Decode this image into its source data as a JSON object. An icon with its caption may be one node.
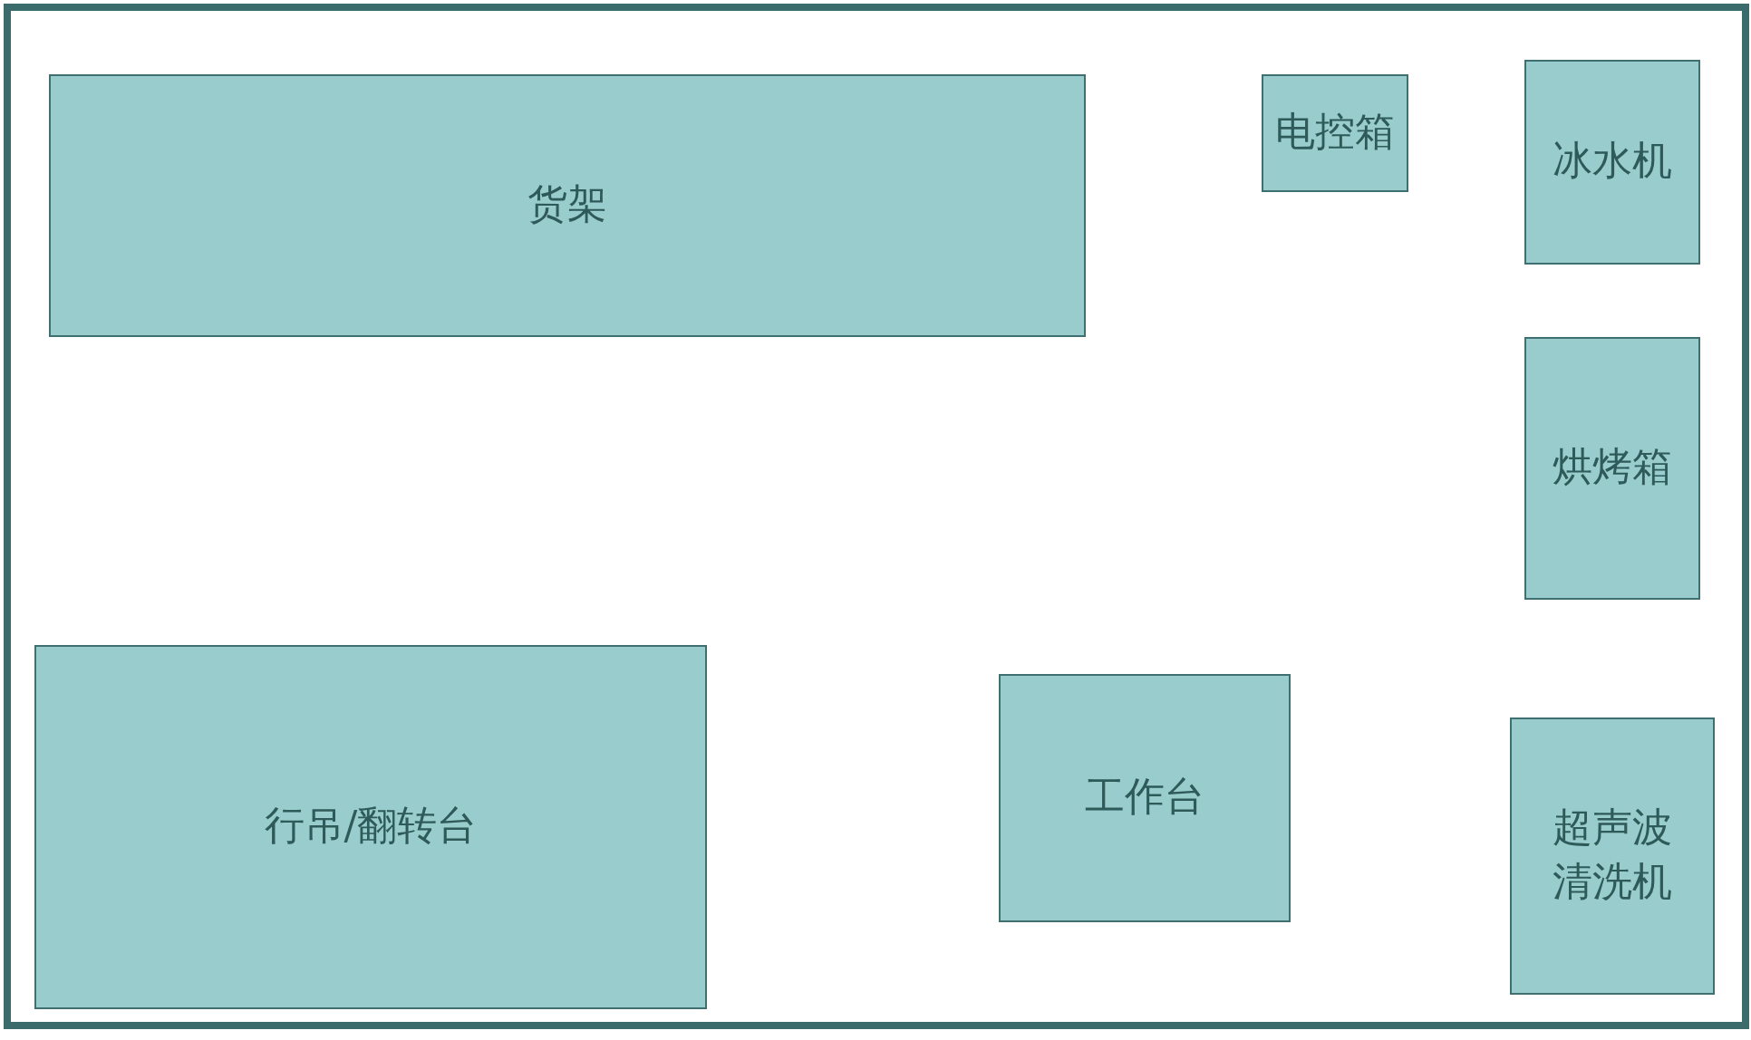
{
  "diagram": {
    "nodes": [
      {
        "text": [
          "货架"
        ]
      },
      {
        "text": [
          "电控箱"
        ]
      },
      {
        "text": [
          "冰水机"
        ]
      },
      {
        "text": [
          "烘烤箱"
        ]
      },
      {
        "text": [
          "行吊/翻转台"
        ]
      },
      {
        "text": [
          "工作台"
        ]
      },
      {
        "text": [
          "超声波清洗机"
        ]
      }
    ]
  }
}
